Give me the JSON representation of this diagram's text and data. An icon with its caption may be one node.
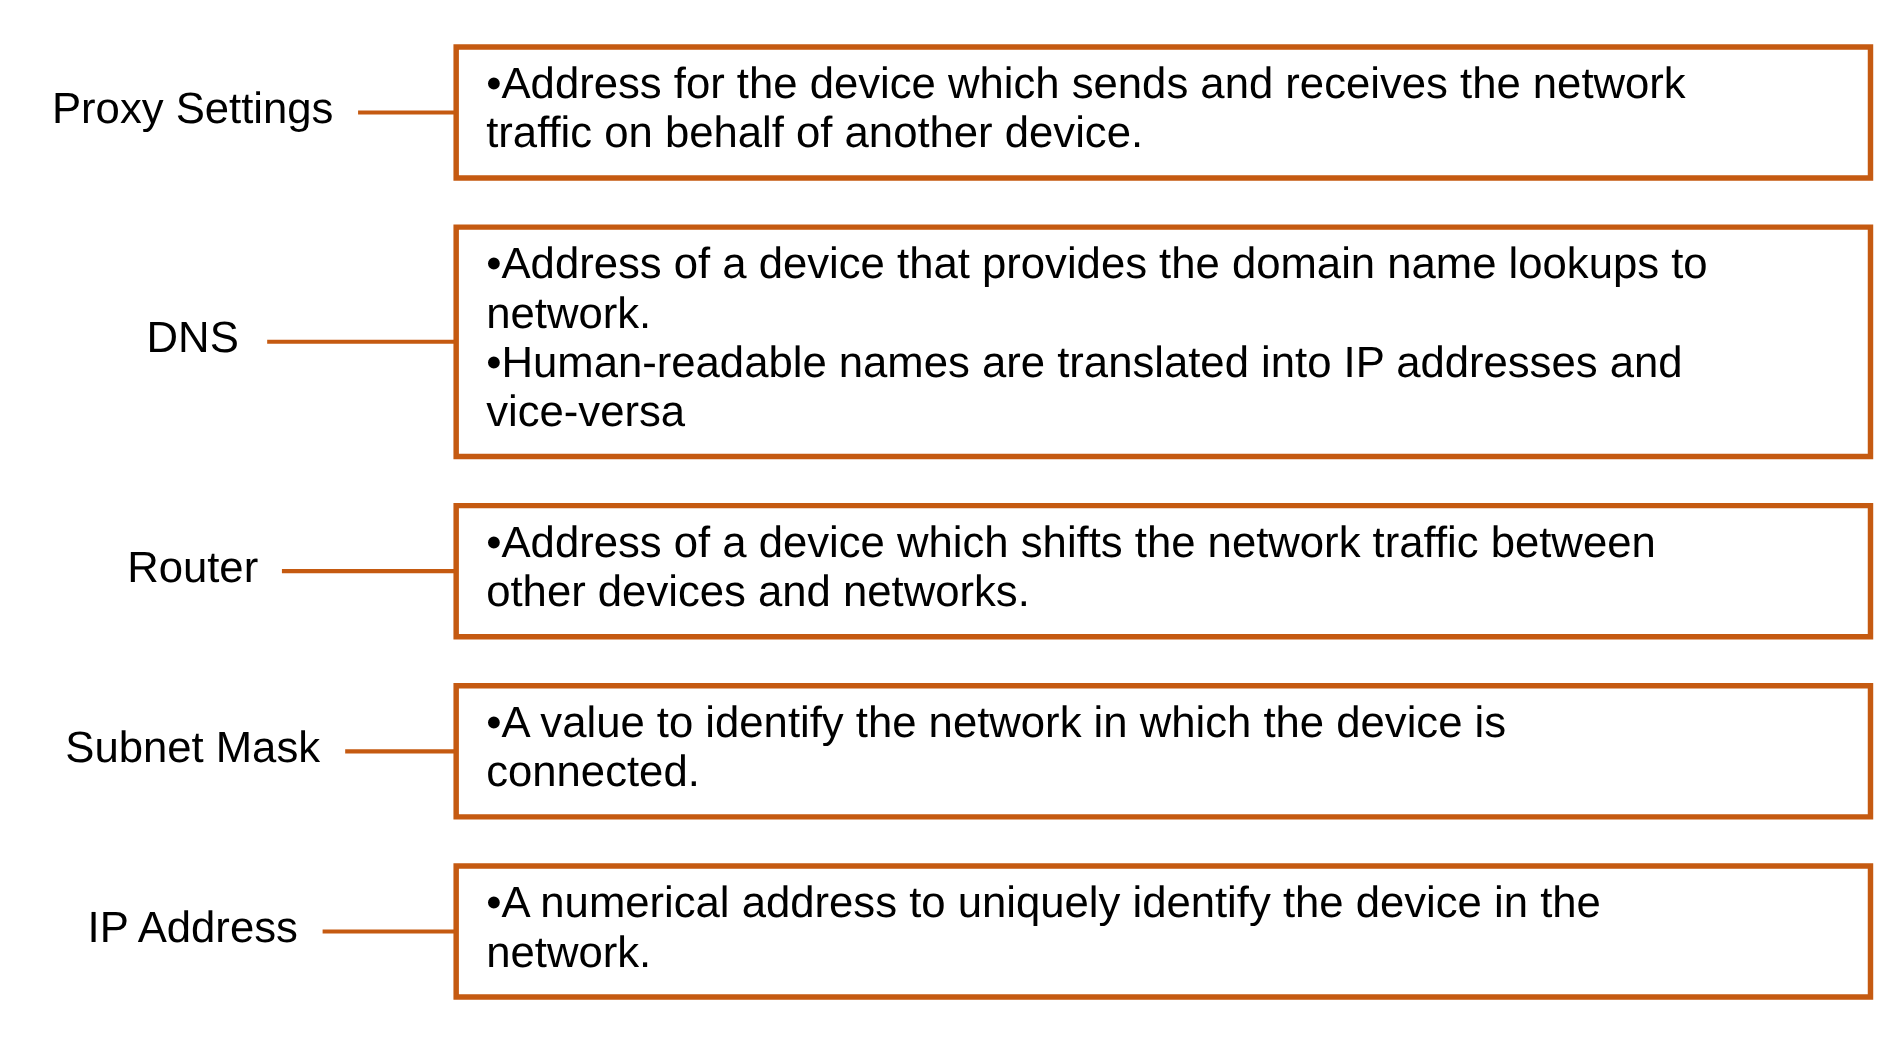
{
  "diagram": {
    "nodes": [
      {
        "text": [
          "IP Address"
        ]
      },
      {
        "text": [
          "•A numerical address to uniquely identify the device in the network."
        ]
      },
      {
        "text": [
          "Subnet Mask"
        ]
      },
      {
        "text": [
          "•A value to identify the network in which the device is connected."
        ]
      },
      {
        "text": [
          "Router"
        ]
      },
      {
        "text": [
          "•Address of a device which shifts the network traffic between other devices and networks."
        ]
      },
      {
        "text": [
          "DNS"
        ]
      },
      {
        "text": [
          "•Address of a device that provides the domain name lookups to network.",
          "•Human-readable names are translated into IP addresses and vice-versa"
        ]
      },
      {
        "text": [
          "Proxy Settings"
        ]
      },
      {
        "text": [
          "•Address for the device which sends and receives the network traffic on behalf of another device."
        ]
      }
    ],
    "edges": [
      {
        "from": 0,
        "to": 1,
        "arrow": "none"
      },
      {
        "from": 2,
        "to": 3,
        "arrow": "none"
      },
      {
        "from": 4,
        "to": 5,
        "arrow": "none"
      },
      {
        "from": 6,
        "to": 7,
        "arrow": "none"
      },
      {
        "from": 8,
        "to": 9,
        "arrow": "none"
      }
    ]
  }
}
